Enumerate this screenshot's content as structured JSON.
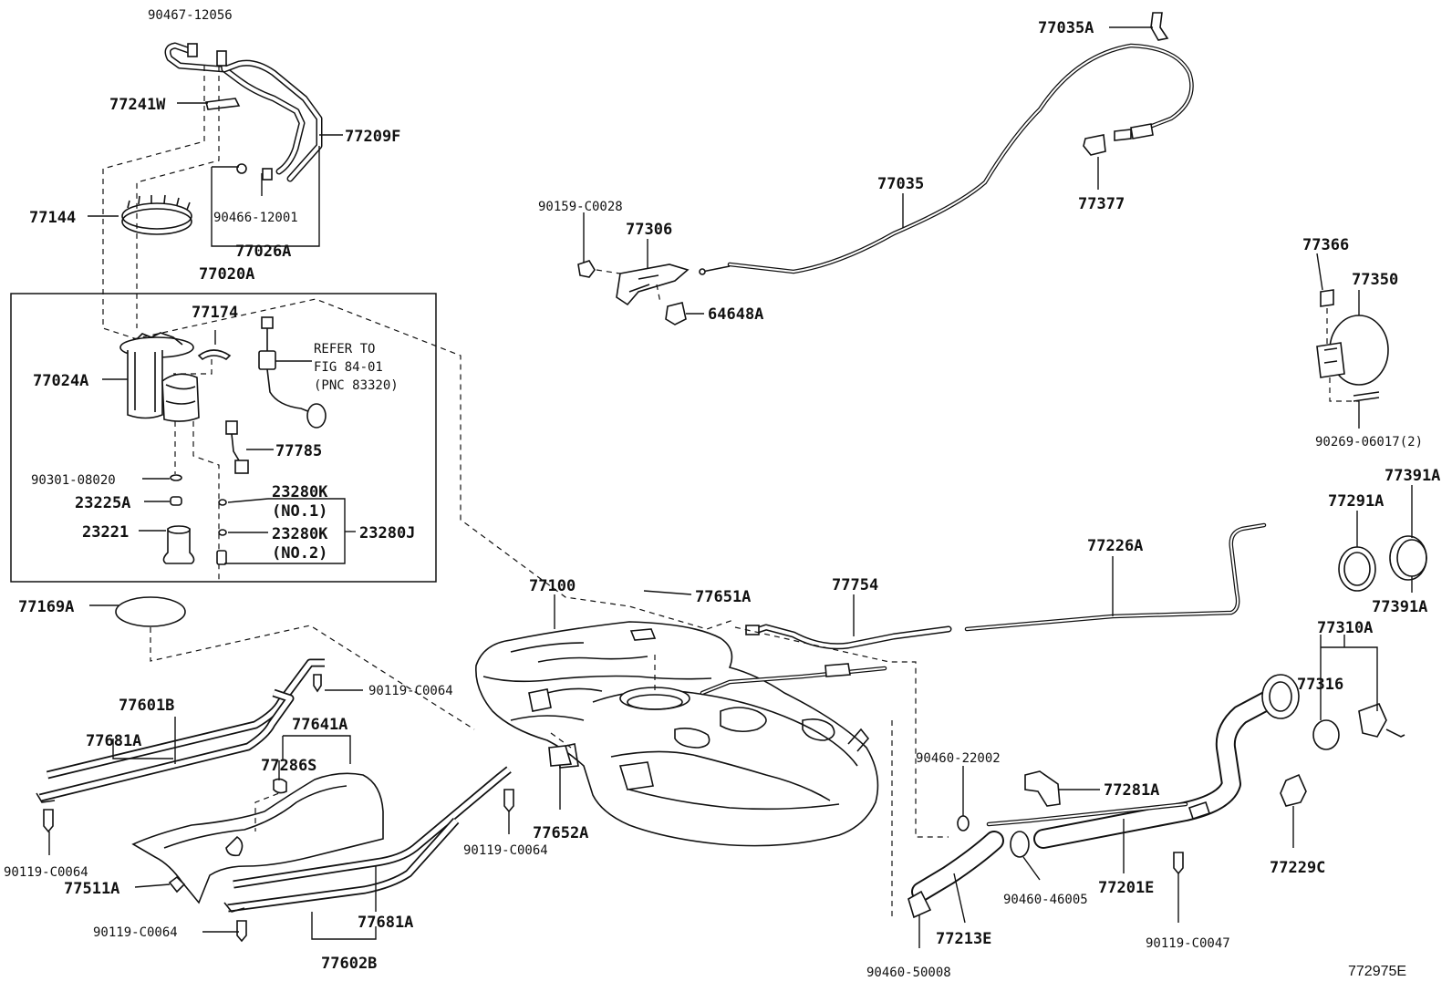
{
  "labels": {
    "l90467_12056": "90467-12056",
    "l77241W": "77241W",
    "l77209F": "77209F",
    "l77144": "77144",
    "l90466_12001": "90466-12001",
    "l77026A": "77026A",
    "l77020A": "77020A",
    "l77174": "77174",
    "l77024A": "77024A",
    "lRefer1": "REFER TO",
    "lRefer2": "FIG 84-01",
    "lRefer3": "(PNC 83320)",
    "l77785": "77785",
    "l90301_08020": "90301-08020",
    "l23225A": "23225A",
    "l23221": "23221",
    "l23280K_1": "23280K",
    "lNo1": "(NO.1)",
    "l23280K_2": "23280K",
    "lNo2": "(NO.2)",
    "l23280J": "23280J",
    "l77169A": "77169A",
    "l77601B": "77601B",
    "l77681A_top": "77681A",
    "l90119_C0064_a": "90119-C0064",
    "l77641A": "77641A",
    "l77286S": "77286S",
    "l90119_C0064_b": "90119-C0064",
    "l77511A": "77511A",
    "l90119_C0064_c": "90119-C0064",
    "l90119_C0064_d": "90119-C0064",
    "l77681A_bot": "77681A",
    "l77602B": "77602B",
    "l77100": "77100",
    "l77651A": "77651A",
    "l77652A": "77652A",
    "l77754": "77754",
    "l77226A": "77226A",
    "l77035A": "77035A",
    "l77035": "77035",
    "l77377": "77377",
    "l90159_C0028": "90159-C0028",
    "l77306": "77306",
    "l64648A": "64648A",
    "l77366": "77366",
    "l77350": "77350",
    "l90269_06017": "90269-06017(2)",
    "l77291A": "77291A",
    "l77391A_top": "77391A",
    "l77391A_bot": "77391A",
    "l77310A": "77310A",
    "l77316": "77316",
    "l90460_22002": "90460-22002",
    "l77281A": "77281A",
    "l77201E": "77201E",
    "l90460_46005": "90460-46005",
    "l77229C": "77229C",
    "l77213E": "77213E",
    "l90460_50008": "90460-50008",
    "l90119_C0047": "90119-C0047",
    "footer_code": "772975E"
  }
}
